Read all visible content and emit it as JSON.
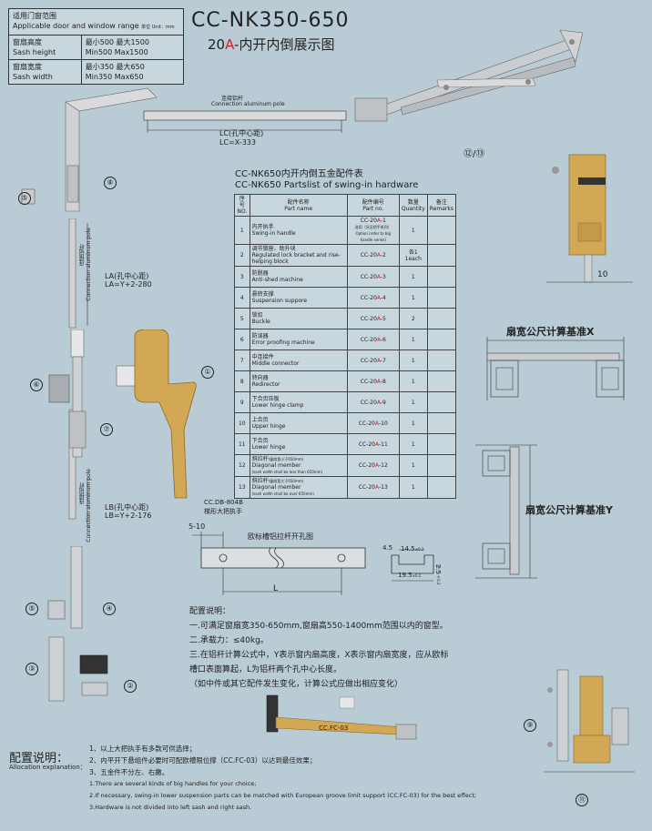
{
  "range_table": {
    "header_cn": "适用门窗范围",
    "header_en": "Applicable door and window range",
    "unit": "单位 Unit：mm",
    "rows": [
      {
        "label_cn": "窗扇高度",
        "label_en": "Sash height",
        "value_cn": "最小500  最大1500",
        "value_en": "Min500  Max1500"
      },
      {
        "label_cn": "窗扇宽度",
        "label_en": "Sash width",
        "value_cn": "最小350  最大650",
        "value_en": "Min350  Max650"
      }
    ]
  },
  "title": "CC-NK350-650",
  "subtitle": {
    "prefix": "20",
    "highlight": "A",
    "suffix": "-内开内倒展示图"
  },
  "top_pole": {
    "label_cn": "连接铝杆",
    "label_en": "Connection aluminum pole",
    "lc1": "LC(孔中心距)",
    "lc2": "LC=X-333"
  },
  "left_poles": {
    "pole_cn": "连接铝杆",
    "pole_en": "Connection aluminum pole",
    "la1": "LA(孔中心距)",
    "la2": "LA=Y+2-280",
    "lb1": "LB(孔中心距)",
    "lb2": "LB=Y+2-176"
  },
  "callouts": {
    "c1": "①",
    "c2": "②",
    "c3": "③",
    "c4": "④",
    "c5a": "⑤",
    "c5b": "⑤",
    "c6": "⑥",
    "c7": "⑦",
    "c8": "⑧",
    "c9": "⑨",
    "c10": "10",
    "c11": "⑪",
    "c1213": "⑫/⑬"
  },
  "handle_label": {
    "model": "CC.DB-804B",
    "name": "梯形大把执手"
  },
  "parts_title": {
    "cn": "CC-NK650内开内倒五金配件表",
    "en": "CC-NK650 Partslist of swing-in hardware"
  },
  "parts_headers": [
    {
      "cn": "序号",
      "en": "NO."
    },
    {
      "cn": "配件名称",
      "en": "Part name"
    },
    {
      "cn": "配件编号",
      "en": "Part no."
    },
    {
      "cn": "数量",
      "en": "Quantity"
    },
    {
      "cn": "备注",
      "en": "Remarks"
    }
  ],
  "parts": [
    {
      "no": "1",
      "cn": "内开执手",
      "en": "Swing-in handle",
      "pre": "CC-20",
      "hl": "A",
      "post": "-1",
      "note": "选用（另见把手系列）",
      "note_en": "Option (refer to big handle series)",
      "qty": "1"
    },
    {
      "no": "2",
      "cn": "调节锁座、助升块",
      "en": "Regulated lock bracket and rise-helping block",
      "pre": "CC-20",
      "hl": "A",
      "post": "-2",
      "note": "",
      "note_en": "",
      "qty": "各1",
      "qty2": "1each"
    },
    {
      "no": "3",
      "cn": "防脱器",
      "en": "Anti-shed machine",
      "pre": "CC-20",
      "hl": "A",
      "post": "-3",
      "note": "",
      "note_en": "",
      "qty": "1"
    },
    {
      "no": "4",
      "cn": "悬转支撑",
      "en": "Suspension suppore",
      "pre": "CC-20",
      "hl": "A",
      "post": "-4",
      "note": "",
      "note_en": "",
      "qty": "1"
    },
    {
      "no": "5",
      "cn": "锁扣",
      "en": "Buckle",
      "pre": "CC-20",
      "hl": "A",
      "post": "-5",
      "note": "",
      "note_en": "",
      "qty": "2"
    },
    {
      "no": "6",
      "cn": "防误器",
      "en": "Error proofing machine",
      "pre": "CC-20",
      "hl": "A",
      "post": "-6",
      "note": "",
      "note_en": "",
      "qty": "1"
    },
    {
      "no": "7",
      "cn": "中连接件",
      "en": "Middle connector",
      "pre": "CC-20",
      "hl": "A",
      "post": "-7",
      "note": "",
      "note_en": "",
      "qty": "1"
    },
    {
      "no": "8",
      "cn": "转向器",
      "en": "Redirector",
      "pre": "CC-20",
      "hl": "A",
      "post": "-8",
      "note": "",
      "note_en": "",
      "qty": "1"
    },
    {
      "no": "9",
      "cn": "下合页压板",
      "en": "Lower hinge clamp",
      "pre": "CC-20",
      "hl": "A",
      "post": "-9",
      "note": "",
      "note_en": "",
      "qty": "1"
    },
    {
      "no": "10",
      "cn": "上合页",
      "en": "Upper hinge",
      "pre": "CC-20",
      "hl": "A",
      "post": "-10",
      "note": "",
      "note_en": "",
      "qty": "1"
    },
    {
      "no": "11",
      "cn": "下合页",
      "en": "Lower hinge",
      "pre": "CC-20",
      "hl": "A",
      "post": "-11",
      "note": "",
      "note_en": "",
      "qty": "1"
    },
    {
      "no": "12",
      "cn": "斜拉杆",
      "cn_note": "(窗扇宽小于650mm)",
      "en": "Diagonal member",
      "en_note": "(sash width shall be less than 650mm)",
      "pre": "CC-20",
      "hl": "A",
      "post": "-12",
      "note": "",
      "note_en": "",
      "qty": "1"
    },
    {
      "no": "13",
      "cn": "斜拉杆",
      "cn_note": "(窗扇宽大于650mm)",
      "en": "Diagonal member",
      "en_note": "(sash width shall be over 650mm)",
      "pre": "CC-20",
      "hl": "A",
      "post": "-13",
      "note": "",
      "note_en": "",
      "qty": "1"
    }
  ],
  "x_label": "扇宽公尺计算基准X",
  "y_label": "扇宽公尺计算基准Y",
  "groove": {
    "title": "欧标槽铝拉杆开孔图",
    "d510": "5-10",
    "L": "L",
    "d45": "4.5",
    "d145": "14.5",
    "d195": "19.5",
    "d25": "2.5",
    "tol": "±0.2"
  },
  "notes": {
    "title": "配置说明：",
    "lines": [
      "一.可满足窗扇宽350-650mm,窗扇高550-1400mm范围以内的窗型。",
      "二.承载力：≤40kg。",
      "三.在铝杆计算公式中，Y表示窗内扇高度，X表示窗内扇宽度，应从欧标",
      "槽口表面算起，L为铝杆两个孔中心长度。",
      "（如中件或其它配件发生变化，计算公式应做出相应变化）"
    ]
  },
  "ccfc03": "CC.FC-03",
  "alloc": {
    "title": "配置说明：",
    "sub": "Allocation explanation：",
    "cn": [
      "1、以上大把执手有多款可供选择；",
      "2、内平开下悬组件必要时可配欧槽限位撑（CC.FC-03）以达到最佳效果；",
      "3、五金件不分左、右撇。"
    ],
    "en": [
      "1.There are several kinds of big handles for your choice;",
      "2.If necessary, swing-in lower suspension parts can be matched with European groove limit support (CC.FC-03) for the best effect;",
      "3.Hardware is not divided into left sash and right sash."
    ]
  },
  "colors": {
    "background": "#b9cbd5",
    "accent_red": "#d81e1e",
    "gold": "#d3a855",
    "silver": "#c9ccd0"
  }
}
